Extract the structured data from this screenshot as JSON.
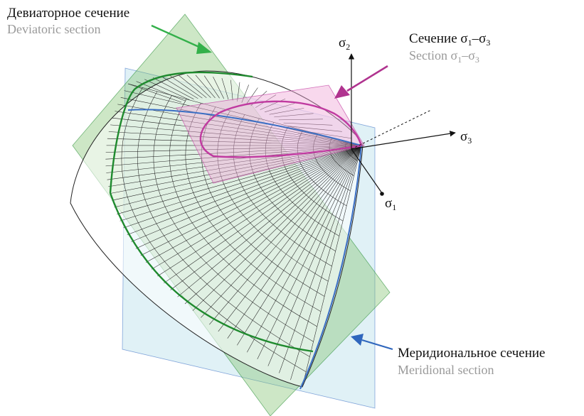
{
  "labels": {
    "deviatoric_ru": "Девиаторное сечение",
    "deviatoric_en": "Deviatoric section",
    "section13_ru": "Сечение σ",
    "section13_en": "Section σ",
    "meridional_ru": "Меридиональное сечение",
    "meridional_en": "Meridional section"
  },
  "axes": {
    "sigma1": {
      "symbol": "σ",
      "index": "1"
    },
    "sigma2": {
      "symbol": "σ",
      "index": "2"
    },
    "sigma3": {
      "symbol": "σ",
      "index": "3"
    },
    "dash": "–"
  },
  "colors": {
    "deviatoric_plane": "#7cc06a",
    "deviatoric_curve": "#1f8a2e",
    "deviatoric_arrow": "#33b04a",
    "section13_plane": "#f0a8d6",
    "section13_curve": "#c03aa0",
    "section13_arrow": "#b0338f",
    "meridional_plane": "#a6d8e6",
    "meridional_curve": "#3a6fc4",
    "meridional_arrow": "#2f66bd",
    "mesh": "#222222"
  }
}
